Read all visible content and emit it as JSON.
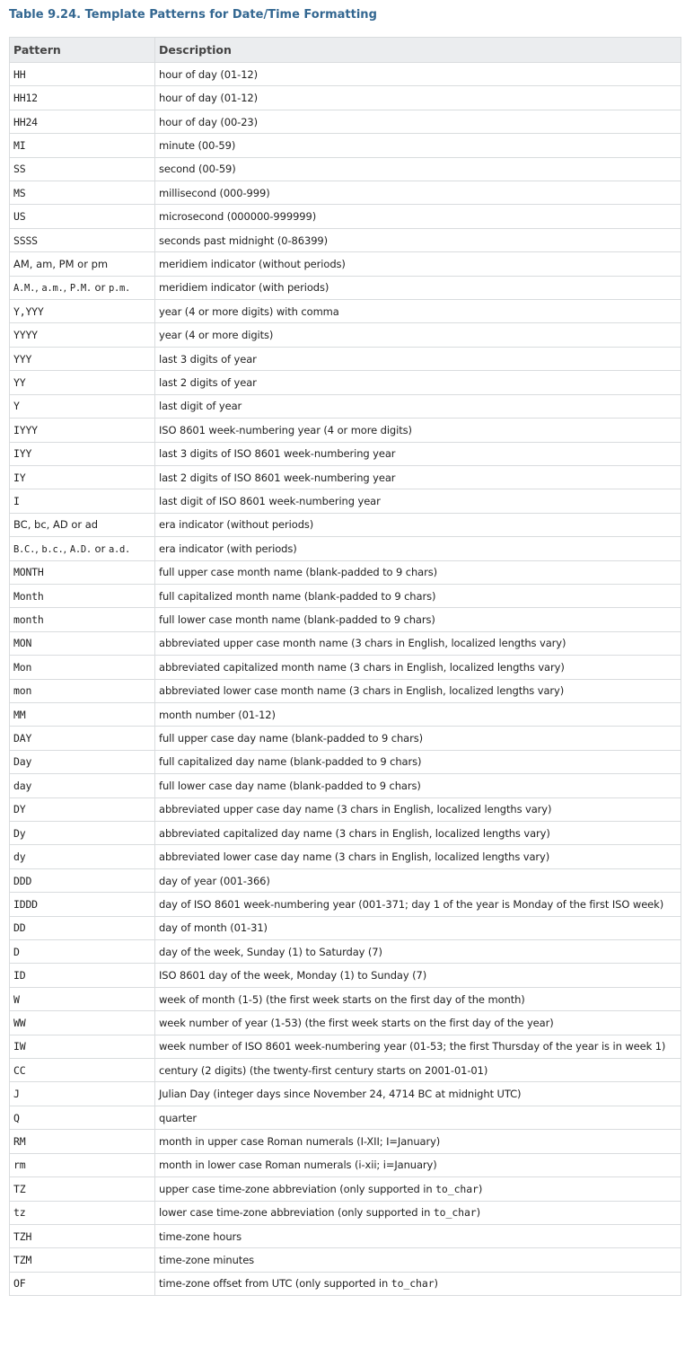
{
  "caption": "Table 9.24. Template Patterns for Date/Time Formatting",
  "headers": {
    "pattern": "Pattern",
    "description": "Description"
  },
  "rows": [
    {
      "pattern": [
        {
          "t": "c",
          "v": "HH"
        }
      ],
      "description": [
        {
          "t": "t",
          "v": "hour of day (01-12)"
        }
      ]
    },
    {
      "pattern": [
        {
          "t": "c",
          "v": "HH12"
        }
      ],
      "description": [
        {
          "t": "t",
          "v": "hour of day (01-12)"
        }
      ]
    },
    {
      "pattern": [
        {
          "t": "c",
          "v": "HH24"
        }
      ],
      "description": [
        {
          "t": "t",
          "v": "hour of day (00-23)"
        }
      ]
    },
    {
      "pattern": [
        {
          "t": "c",
          "v": "MI"
        }
      ],
      "description": [
        {
          "t": "t",
          "v": "minute (00-59)"
        }
      ]
    },
    {
      "pattern": [
        {
          "t": "c",
          "v": "SS"
        }
      ],
      "description": [
        {
          "t": "t",
          "v": "second (00-59)"
        }
      ]
    },
    {
      "pattern": [
        {
          "t": "c",
          "v": "MS"
        }
      ],
      "description": [
        {
          "t": "t",
          "v": "millisecond (000-999)"
        }
      ]
    },
    {
      "pattern": [
        {
          "t": "c",
          "v": "US"
        }
      ],
      "description": [
        {
          "t": "t",
          "v": "microsecond (000000-999999)"
        }
      ]
    },
    {
      "pattern": [
        {
          "t": "c",
          "v": "SSSS"
        }
      ],
      "description": [
        {
          "t": "t",
          "v": "seconds past midnight (0-86399)"
        }
      ]
    },
    {
      "pattern": [
        {
          "t": "t",
          "v": "AM, am, PM or pm"
        }
      ],
      "description": [
        {
          "t": "t",
          "v": "meridiem indicator (without periods)"
        }
      ]
    },
    {
      "pattern": [
        {
          "t": "c",
          "v": "A.M."
        },
        {
          "t": "t",
          "v": ", "
        },
        {
          "t": "c",
          "v": "a.m."
        },
        {
          "t": "t",
          "v": ", "
        },
        {
          "t": "c",
          "v": "P.M."
        },
        {
          "t": "t",
          "v": " or "
        },
        {
          "t": "c",
          "v": "p.m."
        }
      ],
      "description": [
        {
          "t": "t",
          "v": "meridiem indicator (with periods)"
        }
      ]
    },
    {
      "pattern": [
        {
          "t": "c",
          "v": "Y,YYY"
        }
      ],
      "description": [
        {
          "t": "t",
          "v": "year (4 or more digits) with comma"
        }
      ]
    },
    {
      "pattern": [
        {
          "t": "c",
          "v": "YYYY"
        }
      ],
      "description": [
        {
          "t": "t",
          "v": "year (4 or more digits)"
        }
      ]
    },
    {
      "pattern": [
        {
          "t": "c",
          "v": "YYY"
        }
      ],
      "description": [
        {
          "t": "t",
          "v": "last 3 digits of year"
        }
      ]
    },
    {
      "pattern": [
        {
          "t": "c",
          "v": "YY"
        }
      ],
      "description": [
        {
          "t": "t",
          "v": "last 2 digits of year"
        }
      ]
    },
    {
      "pattern": [
        {
          "t": "c",
          "v": "Y"
        }
      ],
      "description": [
        {
          "t": "t",
          "v": "last digit of year"
        }
      ]
    },
    {
      "pattern": [
        {
          "t": "c",
          "v": "IYYY"
        }
      ],
      "description": [
        {
          "t": "t",
          "v": "ISO 8601 week-numbering year (4 or more digits)"
        }
      ]
    },
    {
      "pattern": [
        {
          "t": "c",
          "v": "IYY"
        }
      ],
      "description": [
        {
          "t": "t",
          "v": "last 3 digits of ISO 8601 week-numbering year"
        }
      ]
    },
    {
      "pattern": [
        {
          "t": "c",
          "v": "IY"
        }
      ],
      "description": [
        {
          "t": "t",
          "v": "last 2 digits of ISO 8601 week-numbering year"
        }
      ]
    },
    {
      "pattern": [
        {
          "t": "c",
          "v": "I"
        }
      ],
      "description": [
        {
          "t": "t",
          "v": "last digit of ISO 8601 week-numbering year"
        }
      ]
    },
    {
      "pattern": [
        {
          "t": "t",
          "v": "BC, bc, AD or ad"
        }
      ],
      "description": [
        {
          "t": "t",
          "v": "era indicator (without periods)"
        }
      ]
    },
    {
      "pattern": [
        {
          "t": "c",
          "v": "B.C."
        },
        {
          "t": "t",
          "v": ", "
        },
        {
          "t": "c",
          "v": "b.c."
        },
        {
          "t": "t",
          "v": ", "
        },
        {
          "t": "c",
          "v": "A.D."
        },
        {
          "t": "t",
          "v": " or "
        },
        {
          "t": "c",
          "v": "a.d."
        }
      ],
      "description": [
        {
          "t": "t",
          "v": "era indicator (with periods)"
        }
      ]
    },
    {
      "pattern": [
        {
          "t": "c",
          "v": "MONTH"
        }
      ],
      "description": [
        {
          "t": "t",
          "v": "full upper case month name (blank-padded to 9 chars)"
        }
      ]
    },
    {
      "pattern": [
        {
          "t": "c",
          "v": "Month"
        }
      ],
      "description": [
        {
          "t": "t",
          "v": "full capitalized month name (blank-padded to 9 chars)"
        }
      ]
    },
    {
      "pattern": [
        {
          "t": "c",
          "v": "month"
        }
      ],
      "description": [
        {
          "t": "t",
          "v": "full lower case month name (blank-padded to 9 chars)"
        }
      ]
    },
    {
      "pattern": [
        {
          "t": "c",
          "v": "MON"
        }
      ],
      "description": [
        {
          "t": "t",
          "v": "abbreviated upper case month name (3 chars in English, localized lengths vary)"
        }
      ]
    },
    {
      "pattern": [
        {
          "t": "c",
          "v": "Mon"
        }
      ],
      "description": [
        {
          "t": "t",
          "v": "abbreviated capitalized month name (3 chars in English, localized lengths vary)"
        }
      ]
    },
    {
      "pattern": [
        {
          "t": "c",
          "v": "mon"
        }
      ],
      "description": [
        {
          "t": "t",
          "v": "abbreviated lower case month name (3 chars in English, localized lengths vary)"
        }
      ]
    },
    {
      "pattern": [
        {
          "t": "c",
          "v": "MM"
        }
      ],
      "description": [
        {
          "t": "t",
          "v": "month number (01-12)"
        }
      ]
    },
    {
      "pattern": [
        {
          "t": "c",
          "v": "DAY"
        }
      ],
      "description": [
        {
          "t": "t",
          "v": "full upper case day name (blank-padded to 9 chars)"
        }
      ]
    },
    {
      "pattern": [
        {
          "t": "c",
          "v": "Day"
        }
      ],
      "description": [
        {
          "t": "t",
          "v": "full capitalized day name (blank-padded to 9 chars)"
        }
      ]
    },
    {
      "pattern": [
        {
          "t": "c",
          "v": "day"
        }
      ],
      "description": [
        {
          "t": "t",
          "v": "full lower case day name (blank-padded to 9 chars)"
        }
      ]
    },
    {
      "pattern": [
        {
          "t": "c",
          "v": "DY"
        }
      ],
      "description": [
        {
          "t": "t",
          "v": "abbreviated upper case day name (3 chars in English, localized lengths vary)"
        }
      ]
    },
    {
      "pattern": [
        {
          "t": "c",
          "v": "Dy"
        }
      ],
      "description": [
        {
          "t": "t",
          "v": "abbreviated capitalized day name (3 chars in English, localized lengths vary)"
        }
      ]
    },
    {
      "pattern": [
        {
          "t": "c",
          "v": "dy"
        }
      ],
      "description": [
        {
          "t": "t",
          "v": "abbreviated lower case day name (3 chars in English, localized lengths vary)"
        }
      ]
    },
    {
      "pattern": [
        {
          "t": "c",
          "v": "DDD"
        }
      ],
      "description": [
        {
          "t": "t",
          "v": "day of year (001-366)"
        }
      ]
    },
    {
      "pattern": [
        {
          "t": "c",
          "v": "IDDD"
        }
      ],
      "description": [
        {
          "t": "t",
          "v": "day of ISO 8601 week-numbering year (001-371; day 1 of the year is Monday of the first ISO week)"
        }
      ]
    },
    {
      "pattern": [
        {
          "t": "c",
          "v": "DD"
        }
      ],
      "description": [
        {
          "t": "t",
          "v": "day of month (01-31)"
        }
      ]
    },
    {
      "pattern": [
        {
          "t": "c",
          "v": "D"
        }
      ],
      "description": [
        {
          "t": "t",
          "v": "day of the week, Sunday (1) to Saturday (7)"
        }
      ]
    },
    {
      "pattern": [
        {
          "t": "c",
          "v": "ID"
        }
      ],
      "description": [
        {
          "t": "t",
          "v": "ISO 8601 day of the week, Monday (1) to Sunday (7)"
        }
      ]
    },
    {
      "pattern": [
        {
          "t": "c",
          "v": "W"
        }
      ],
      "description": [
        {
          "t": "t",
          "v": "week of month (1-5) (the first week starts on the first day of the month)"
        }
      ]
    },
    {
      "pattern": [
        {
          "t": "c",
          "v": "WW"
        }
      ],
      "description": [
        {
          "t": "t",
          "v": "week number of year (1-53) (the first week starts on the first day of the year)"
        }
      ]
    },
    {
      "pattern": [
        {
          "t": "c",
          "v": "IW"
        }
      ],
      "description": [
        {
          "t": "t",
          "v": "week number of ISO 8601 week-numbering year (01-53; the first Thursday of the year is in week 1)"
        }
      ]
    },
    {
      "pattern": [
        {
          "t": "c",
          "v": "CC"
        }
      ],
      "description": [
        {
          "t": "t",
          "v": "century (2 digits) (the twenty-first century starts on 2001-01-01)"
        }
      ]
    },
    {
      "pattern": [
        {
          "t": "c",
          "v": "J"
        }
      ],
      "description": [
        {
          "t": "t",
          "v": "Julian Day (integer days since November 24, 4714 BC at midnight UTC)"
        }
      ]
    },
    {
      "pattern": [
        {
          "t": "c",
          "v": "Q"
        }
      ],
      "description": [
        {
          "t": "t",
          "v": "quarter"
        }
      ]
    },
    {
      "pattern": [
        {
          "t": "c",
          "v": "RM"
        }
      ],
      "description": [
        {
          "t": "t",
          "v": "month in upper case Roman numerals (I-XII; I=January)"
        }
      ]
    },
    {
      "pattern": [
        {
          "t": "c",
          "v": "rm"
        }
      ],
      "description": [
        {
          "t": "t",
          "v": "month in lower case Roman numerals (i-xii; i=January)"
        }
      ]
    },
    {
      "pattern": [
        {
          "t": "c",
          "v": "TZ"
        }
      ],
      "description": [
        {
          "t": "t",
          "v": "upper case time-zone abbreviation (only supported in "
        },
        {
          "t": "c",
          "v": "to_char"
        },
        {
          "t": "t",
          "v": ")"
        }
      ]
    },
    {
      "pattern": [
        {
          "t": "c",
          "v": "tz"
        }
      ],
      "description": [
        {
          "t": "t",
          "v": "lower case time-zone abbreviation (only supported in "
        },
        {
          "t": "c",
          "v": "to_char"
        },
        {
          "t": "t",
          "v": ")"
        }
      ]
    },
    {
      "pattern": [
        {
          "t": "c",
          "v": "TZH"
        }
      ],
      "description": [
        {
          "t": "t",
          "v": "time-zone hours"
        }
      ]
    },
    {
      "pattern": [
        {
          "t": "c",
          "v": "TZM"
        }
      ],
      "description": [
        {
          "t": "t",
          "v": "time-zone minutes"
        }
      ]
    },
    {
      "pattern": [
        {
          "t": "c",
          "v": "OF"
        }
      ],
      "description": [
        {
          "t": "t",
          "v": "time-zone offset from UTC (only supported in "
        },
        {
          "t": "c",
          "v": "to_char"
        },
        {
          "t": "t",
          "v": ")"
        }
      ]
    }
  ]
}
